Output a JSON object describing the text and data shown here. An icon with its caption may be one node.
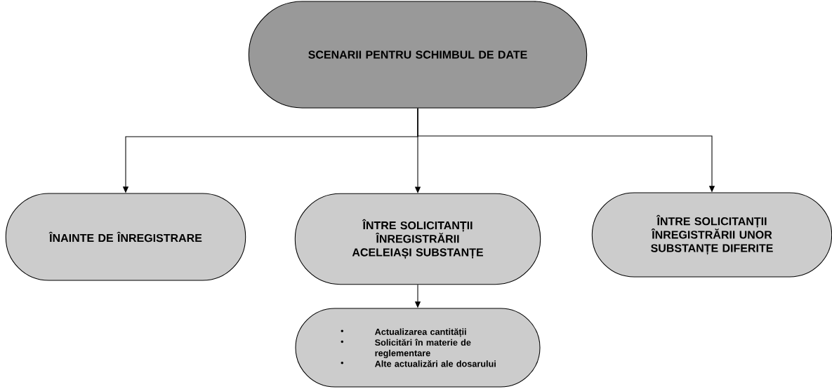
{
  "diagram": {
    "nodes": [
      {
        "text": [
          "SCENARII PENTRU SCHIMBUL DE DATE"
        ]
      },
      {
        "text": [
          "ÎNAINTE DE ÎNREGISTRARE"
        ]
      },
      {
        "text": [
          "ÎNTRE SOLICITANȚII ÎNREGISTRĂRII ACELEIAȘI SUBSTANȚE"
        ]
      },
      {
        "text": [
          "ÎNTRE SOLICITANȚII ÎNREGISTRĂRII UNOR SUBSTANȚE DIFERITE"
        ]
      },
      {
        "text": [
          "Actualizarea cantității",
          "Solicitări în materie de reglementare",
          "Alte actualizări ale dosarului"
        ]
      }
    ],
    "edges": [
      {
        "from": 0,
        "to": 1,
        "arrow": "to"
      },
      {
        "from": 0,
        "to": 2,
        "arrow": "to"
      },
      {
        "from": 0,
        "to": 3,
        "arrow": "to"
      },
      {
        "from": 2,
        "to": 4,
        "arrow": "to"
      }
    ]
  }
}
